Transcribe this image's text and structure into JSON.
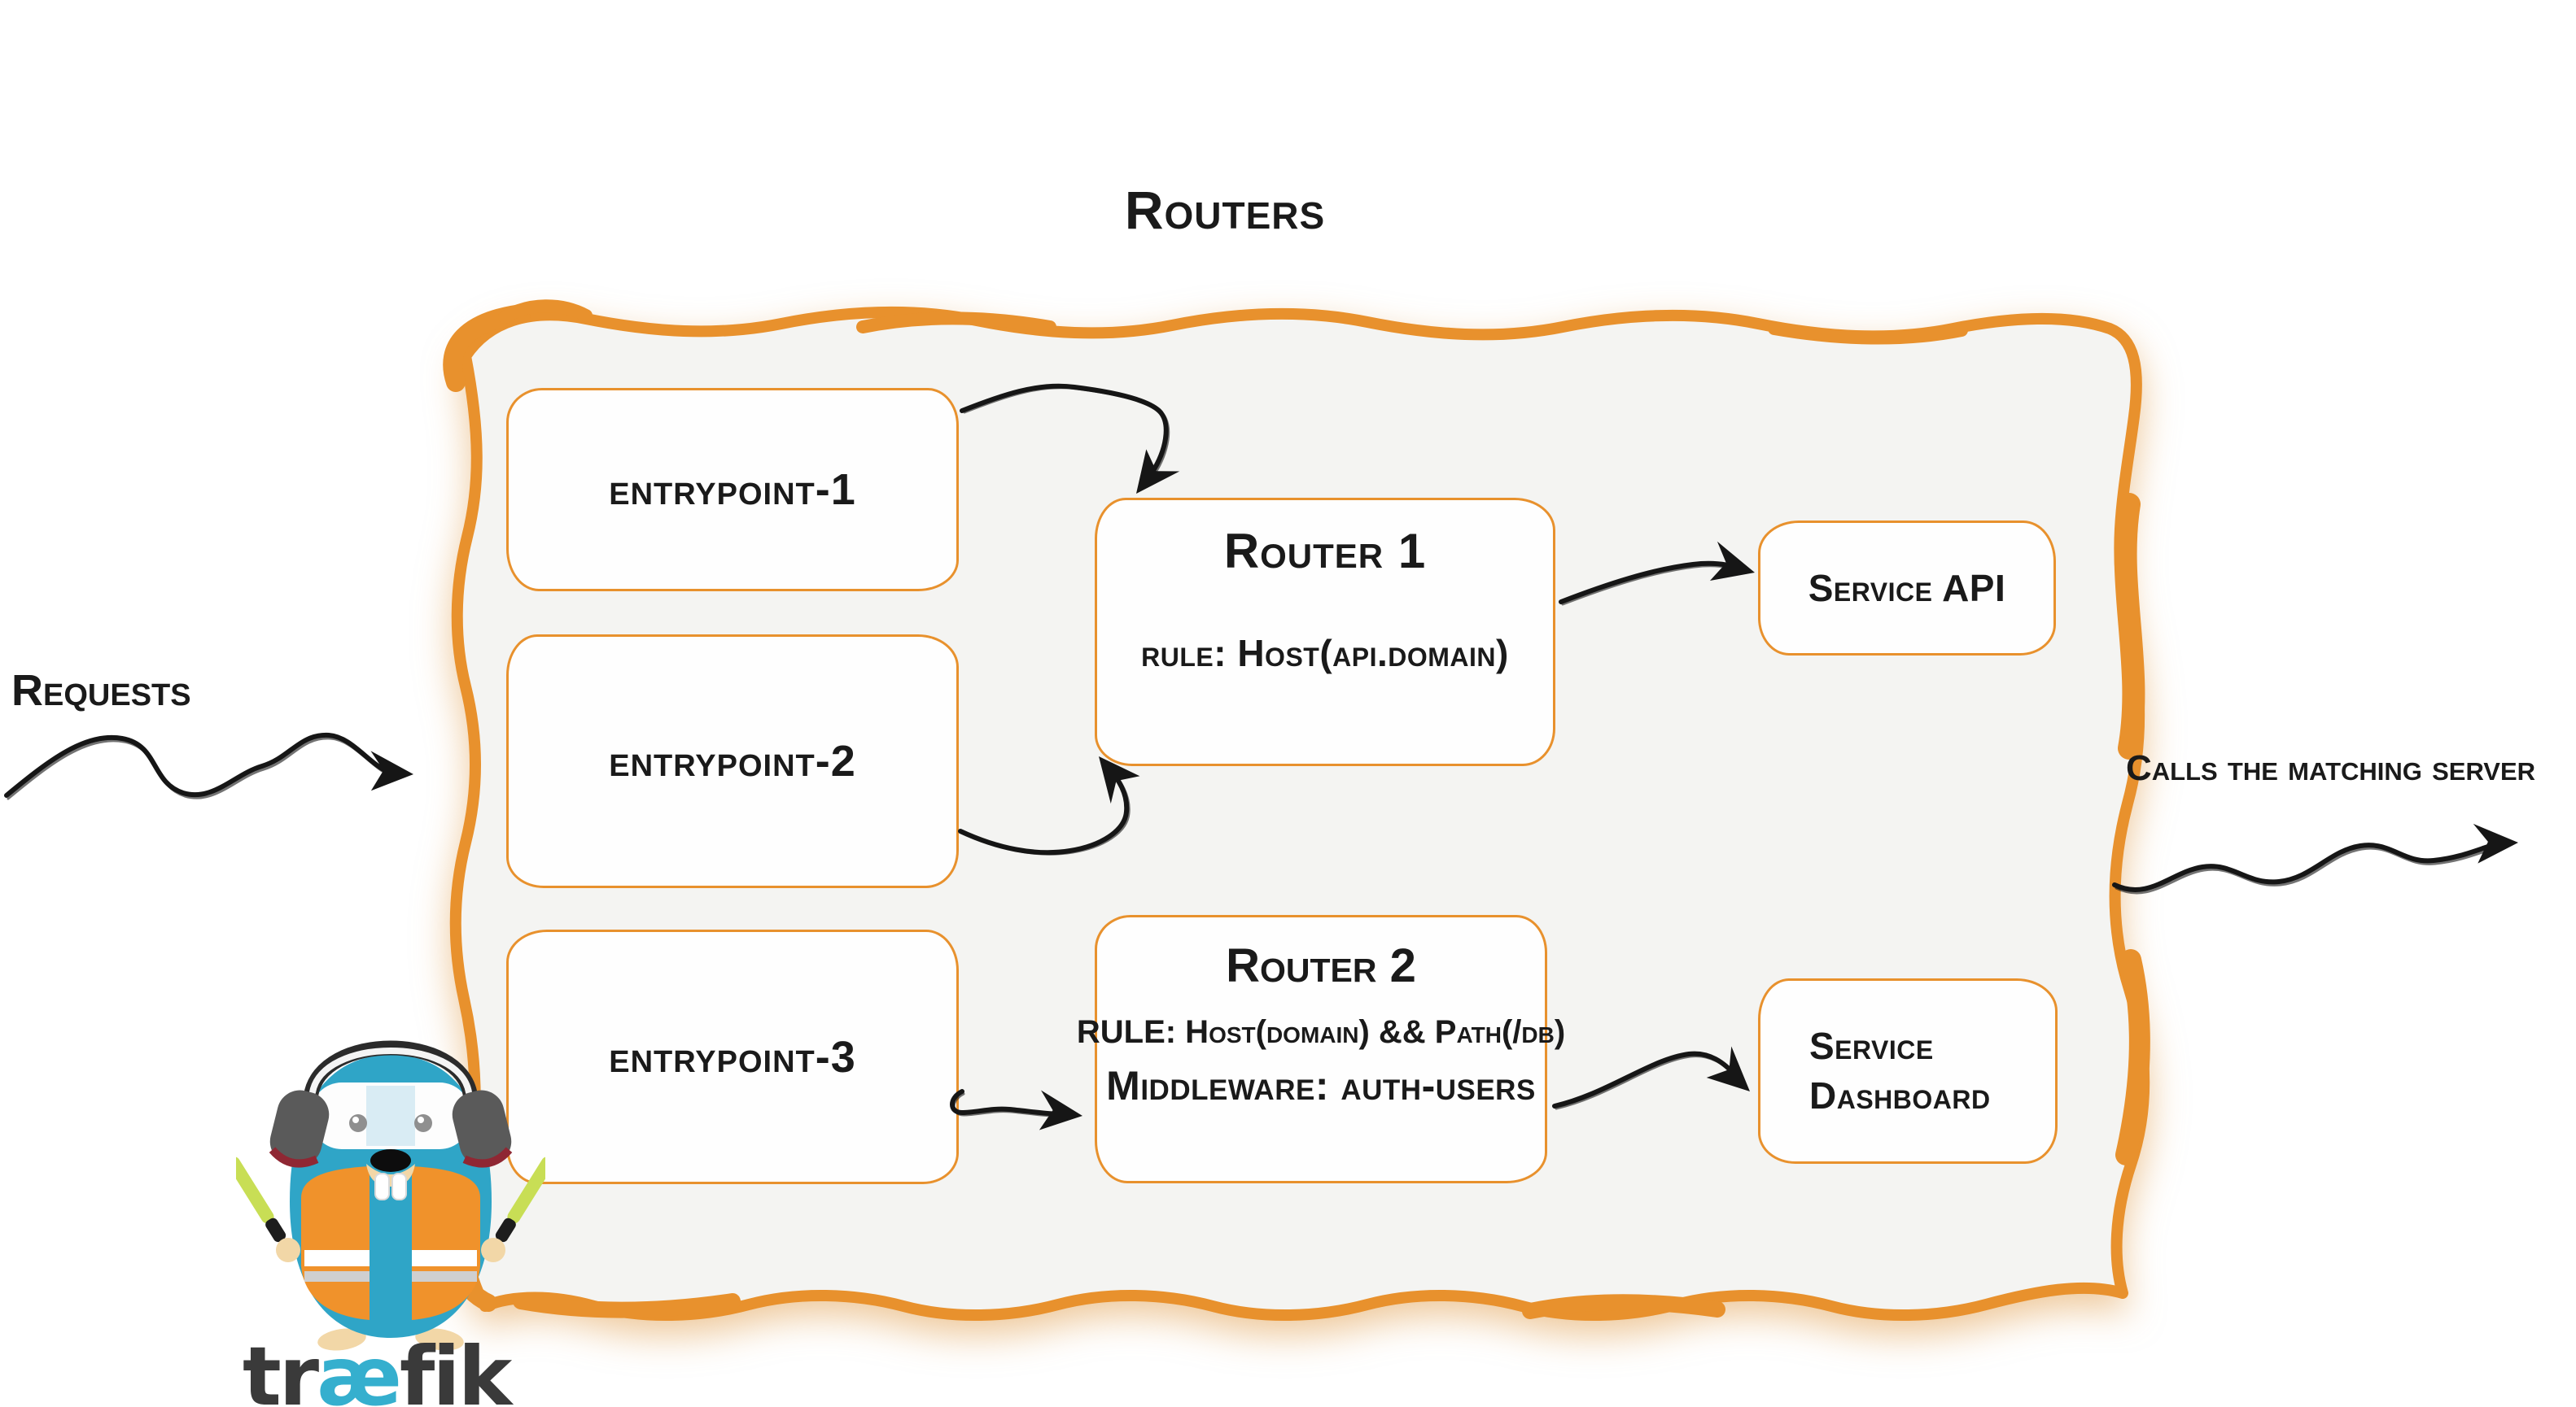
{
  "diagram": {
    "title": "Routers",
    "left_label": "Requests",
    "right_label": "Calls the matching server"
  },
  "entrypoints": [
    {
      "label": "entrypoint-1"
    },
    {
      "label": "entrypoint-2"
    },
    {
      "label": "entrypoint-3"
    }
  ],
  "routers": [
    {
      "name": "Router 1",
      "rule": "rule: Host(api.domain)"
    },
    {
      "name": "Router 2",
      "rule": "RULE: Host(domain) && Path(/db)",
      "middleware": "Middleware: auth-users"
    }
  ],
  "services": [
    {
      "label": "Service API"
    },
    {
      "label": "Service Dashboard",
      "line1": "Service",
      "line2": "Dashboard"
    }
  ],
  "logo": {
    "part1": "tr",
    "part2": "æ",
    "part3": "fik"
  },
  "colors": {
    "accent_orange": "#E8912D",
    "panel_background": "#F4F4F2",
    "ink": "#1A1A1A",
    "logo_teal": "#35AFCE",
    "logo_gray": "#3A3A3A",
    "gopher_body": "#2FA5C7",
    "vest_orange": "#F0922B",
    "stick_green": "#C8DE55"
  }
}
